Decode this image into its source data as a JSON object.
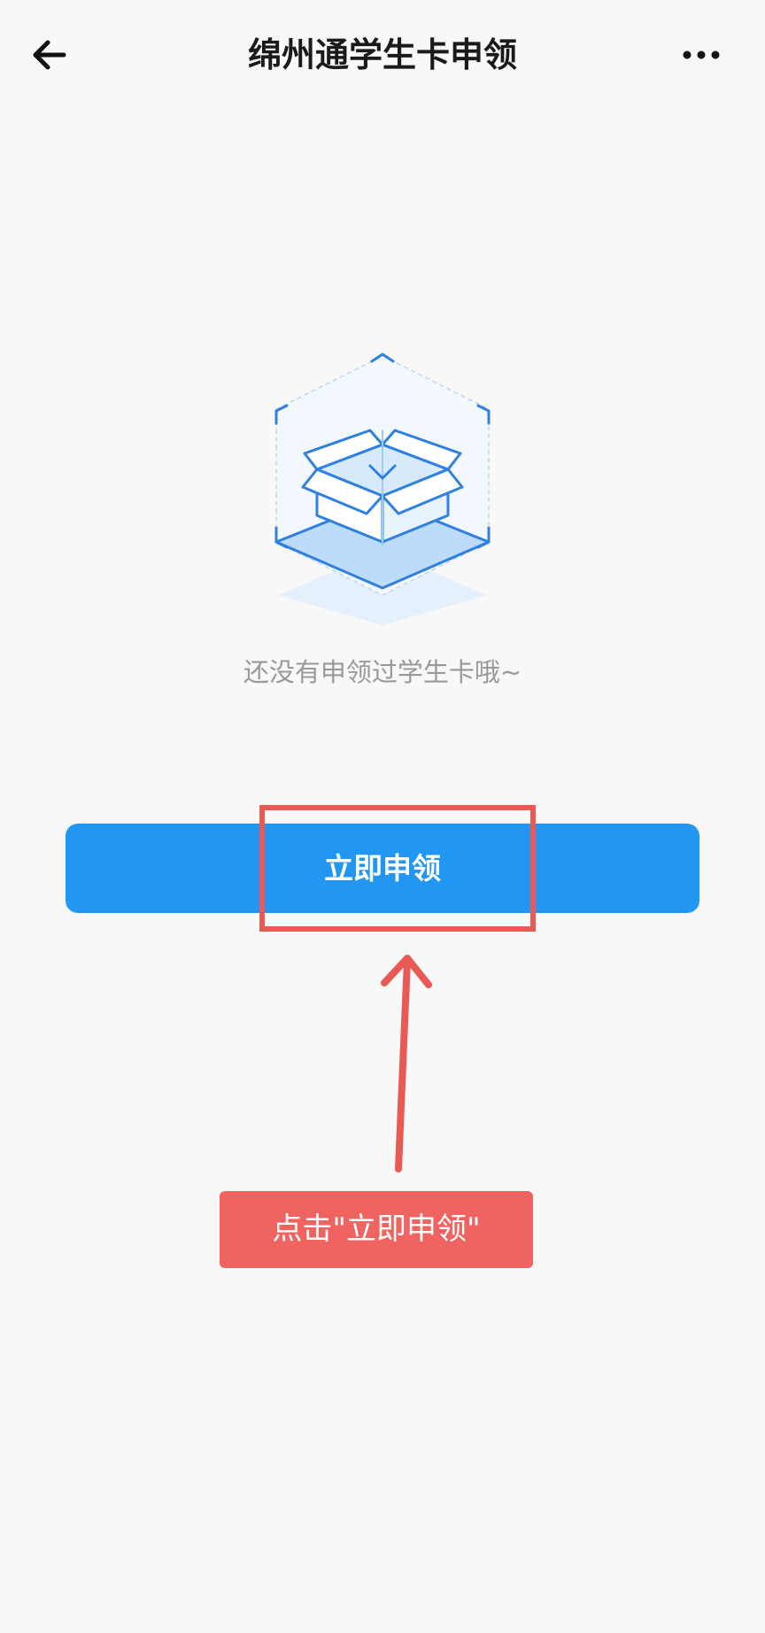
{
  "header": {
    "title": "绵州通学生卡申领",
    "back_icon": "arrow-left-icon",
    "more_icon": "more-horizontal-icon"
  },
  "empty_state": {
    "icon": "empty-box-icon",
    "message": "还没有申领过学生卡哦~"
  },
  "primary_action": {
    "label": "立即申领"
  },
  "annotation": {
    "callout_text": "点击\"立即申领\""
  },
  "colors": {
    "background": "#f8f8f8",
    "primary": "#2196f3",
    "annotation_red": "#ea5a55",
    "callout_bg": "#ef6360",
    "muted_text": "#999999"
  }
}
